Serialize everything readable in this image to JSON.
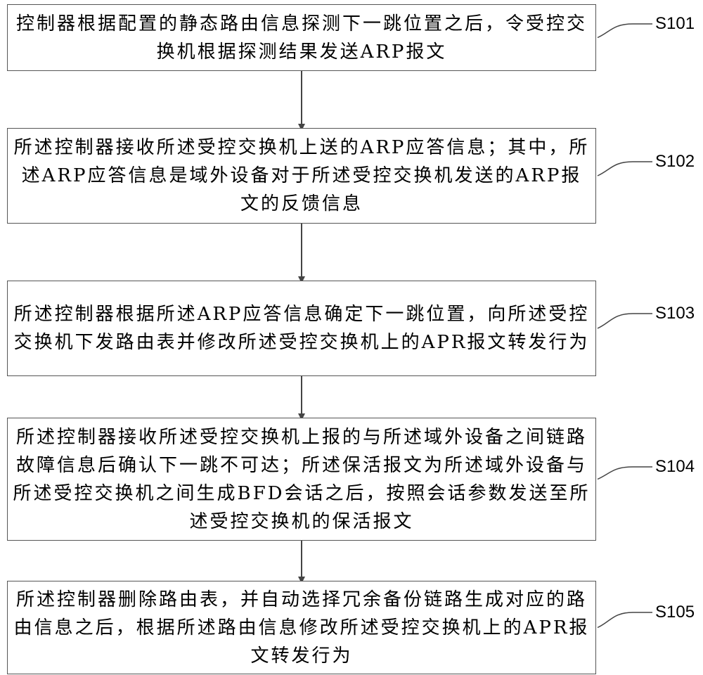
{
  "steps": [
    {
      "id": "S101",
      "text": "控制器根据配置的静态路由信息探测下一跳位置之后，令受控交换机根据探测结果发送ARP报文"
    },
    {
      "id": "S102",
      "text": "所述控制器接收所述受控交换机上送的ARP应答信息；其中，所述ARP应答信息是域外设备对于所述受控交换机发送的ARP报文的反馈信息"
    },
    {
      "id": "S103",
      "text": "所述控制器根据所述ARP应答信息确定下一跳位置，向所述受控交换机下发路由表并修改所述受控交换机上的APR报文转发行为"
    },
    {
      "id": "S104",
      "text": "所述控制器接收所述受控交换机上报的与所述域外设备之间链路故障信息后确认下一跳不可达；所述保活报文为所述域外设备与所述受控交换机之间生成BFD会话之后，按照会话参数发送至所述受控交换机的保活报文"
    },
    {
      "id": "S105",
      "text": "所述控制器删除路由表，并自动选择冗余备份链路生成对应的路由信息之后，根据所述路由信息修改所述受控交换机上的APR报文转发行为"
    }
  ]
}
